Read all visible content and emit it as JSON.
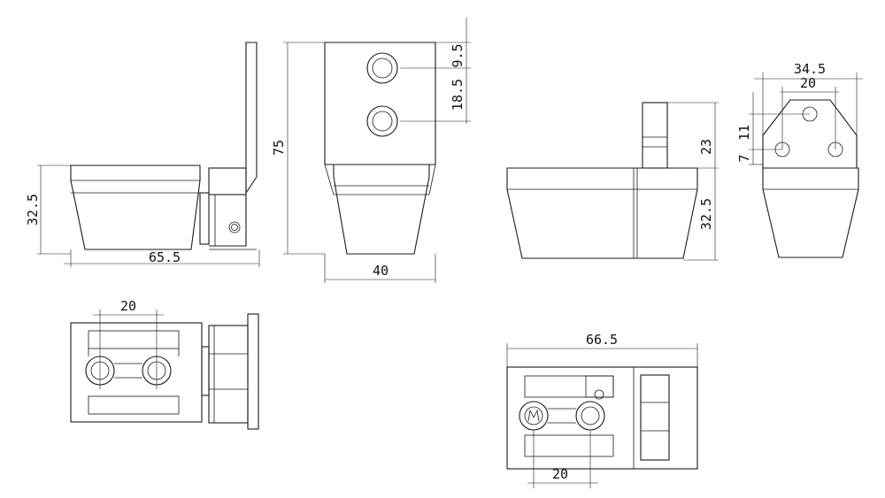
{
  "dimensions": {
    "side_height": "32.5",
    "side_width": "65.5",
    "front_height": "75",
    "front_width": "40",
    "hole_top": "9.5",
    "hole_pitch": "18.5",
    "right_post": "23",
    "right_height": "32.5",
    "end_outer": "34.5",
    "end_inner": "20",
    "end_11": "11",
    "end_7": "7",
    "top_left_pitch": "20",
    "bottom_width": "66.5",
    "bottom_pitch": "20"
  }
}
